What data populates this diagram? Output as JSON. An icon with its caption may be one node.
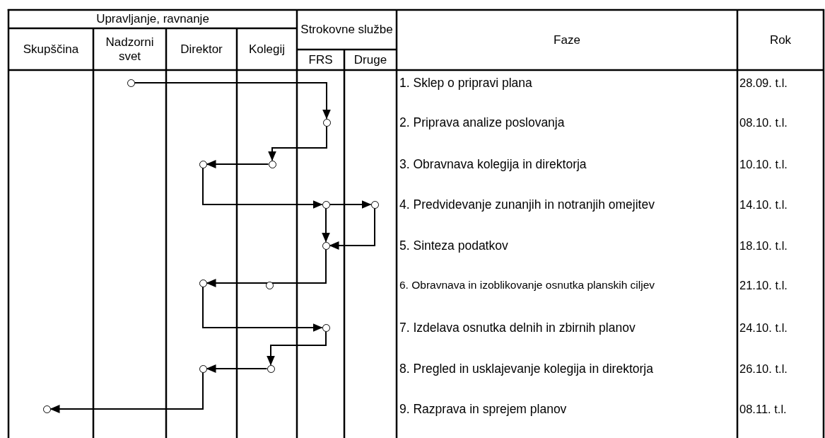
{
  "diagram": {
    "nodes": [
      {
        "text": [],
        "shape": "circle"
      },
      {
        "text": [],
        "shape": "circle"
      },
      {
        "text": [],
        "shape": "circle"
      },
      {
        "text": [],
        "shape": "circle"
      },
      {
        "text": [],
        "shape": "circle"
      },
      {
        "text": [],
        "shape": "circle"
      },
      {
        "text": [],
        "shape": "circle"
      },
      {
        "text": [],
        "shape": "circle"
      },
      {
        "text": [],
        "shape": "circle"
      },
      {
        "text": [],
        "shape": "circle"
      },
      {
        "text": [],
        "shape": "circle"
      },
      {
        "text": [],
        "shape": "circle"
      },
      {
        "text": [],
        "shape": "circle"
      }
    ],
    "edges": [
      {
        "from": 0,
        "to": 1,
        "arrow": "to"
      },
      {
        "from": 1,
        "to": 3,
        "arrow": "to"
      },
      {
        "from": 3,
        "to": 2,
        "arrow": "to"
      },
      {
        "from": 2,
        "to": 4,
        "arrow": "to"
      },
      {
        "from": 4,
        "to": 5,
        "arrow": "to"
      },
      {
        "from": 4,
        "to": 6,
        "arrow": "to"
      },
      {
        "from": 5,
        "to": 6,
        "arrow": "to"
      },
      {
        "from": 6,
        "to": 7,
        "arrow": "to"
      },
      {
        "from": 7,
        "to": 9,
        "arrow": "to"
      },
      {
        "from": 9,
        "to": 11,
        "arrow": "to"
      },
      {
        "from": 11,
        "to": 10,
        "arrow": "to"
      },
      {
        "from": 10,
        "to": 12,
        "arrow": "to"
      }
    ],
    "labels": [
      "Upravljanje, ravnanje",
      "Strokovne službe",
      "Faze",
      "Rok",
      "Skupščina",
      "Nadzorni svet",
      "Direktor",
      "Kolegij",
      "FRS",
      "Druge",
      "1. Sklep o pripravi plana",
      "28.09. t.l.",
      "2. Priprava analize poslovanja",
      "08.10. t.l.",
      "3. Obravnava kolegija in direktorja",
      "10.10. t.l.",
      "4. Predvidevanje zunanjih in notranjih omejitev",
      "14.10. t.l.",
      "5. Sinteza podatkov",
      "18.10. t.l.",
      "6. Obravnava in izoblikovanje osnutka planskih ciljev",
      "21.10. t.l.",
      "7. Izdelava osnutka delnih in zbirnih planov",
      "24.10. t.l.",
      "8. Pregled in usklajevanje kolegija in direktorja",
      "26.10. t.l.",
      "9. Razprava in sprejem planov",
      "08.11. t.l."
    ]
  }
}
